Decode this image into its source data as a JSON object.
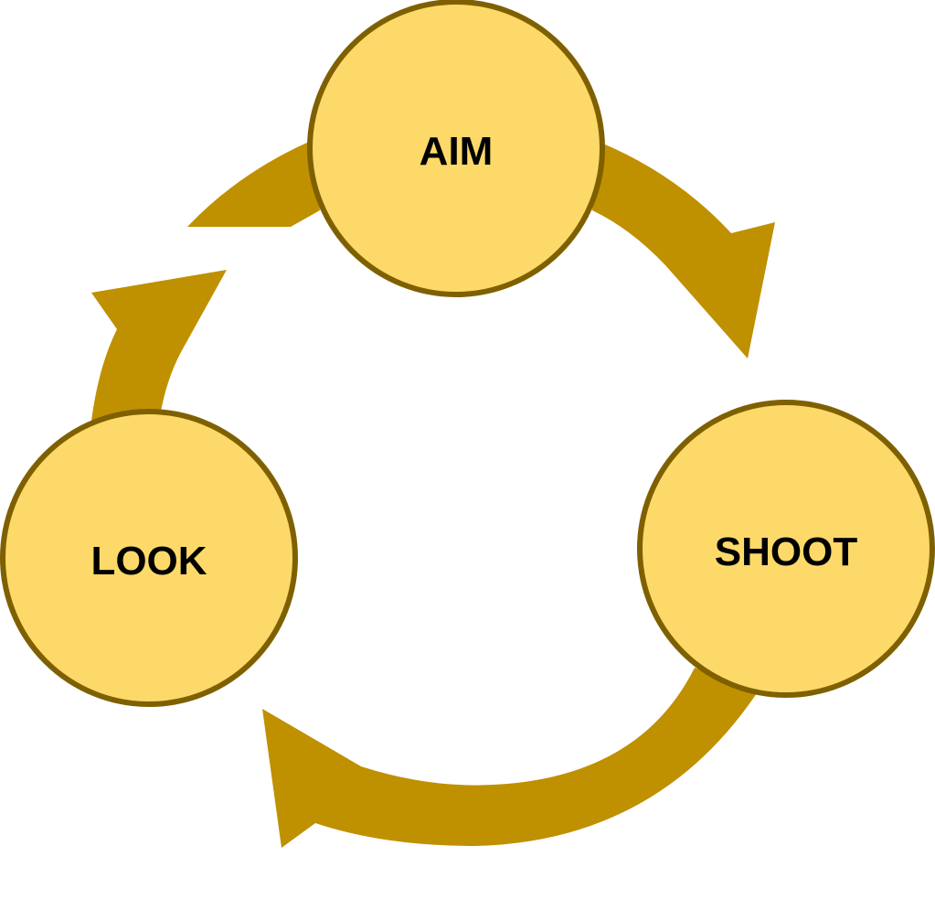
{
  "nodes": [
    {
      "id": "aim",
      "label": "AIM"
    },
    {
      "id": "shoot",
      "label": "SHOOT"
    },
    {
      "id": "look",
      "label": "LOOK"
    }
  ],
  "colors": {
    "arrow": "#BF9000",
    "node_fill": "#FDD969",
    "node_stroke": "#7F6000"
  }
}
